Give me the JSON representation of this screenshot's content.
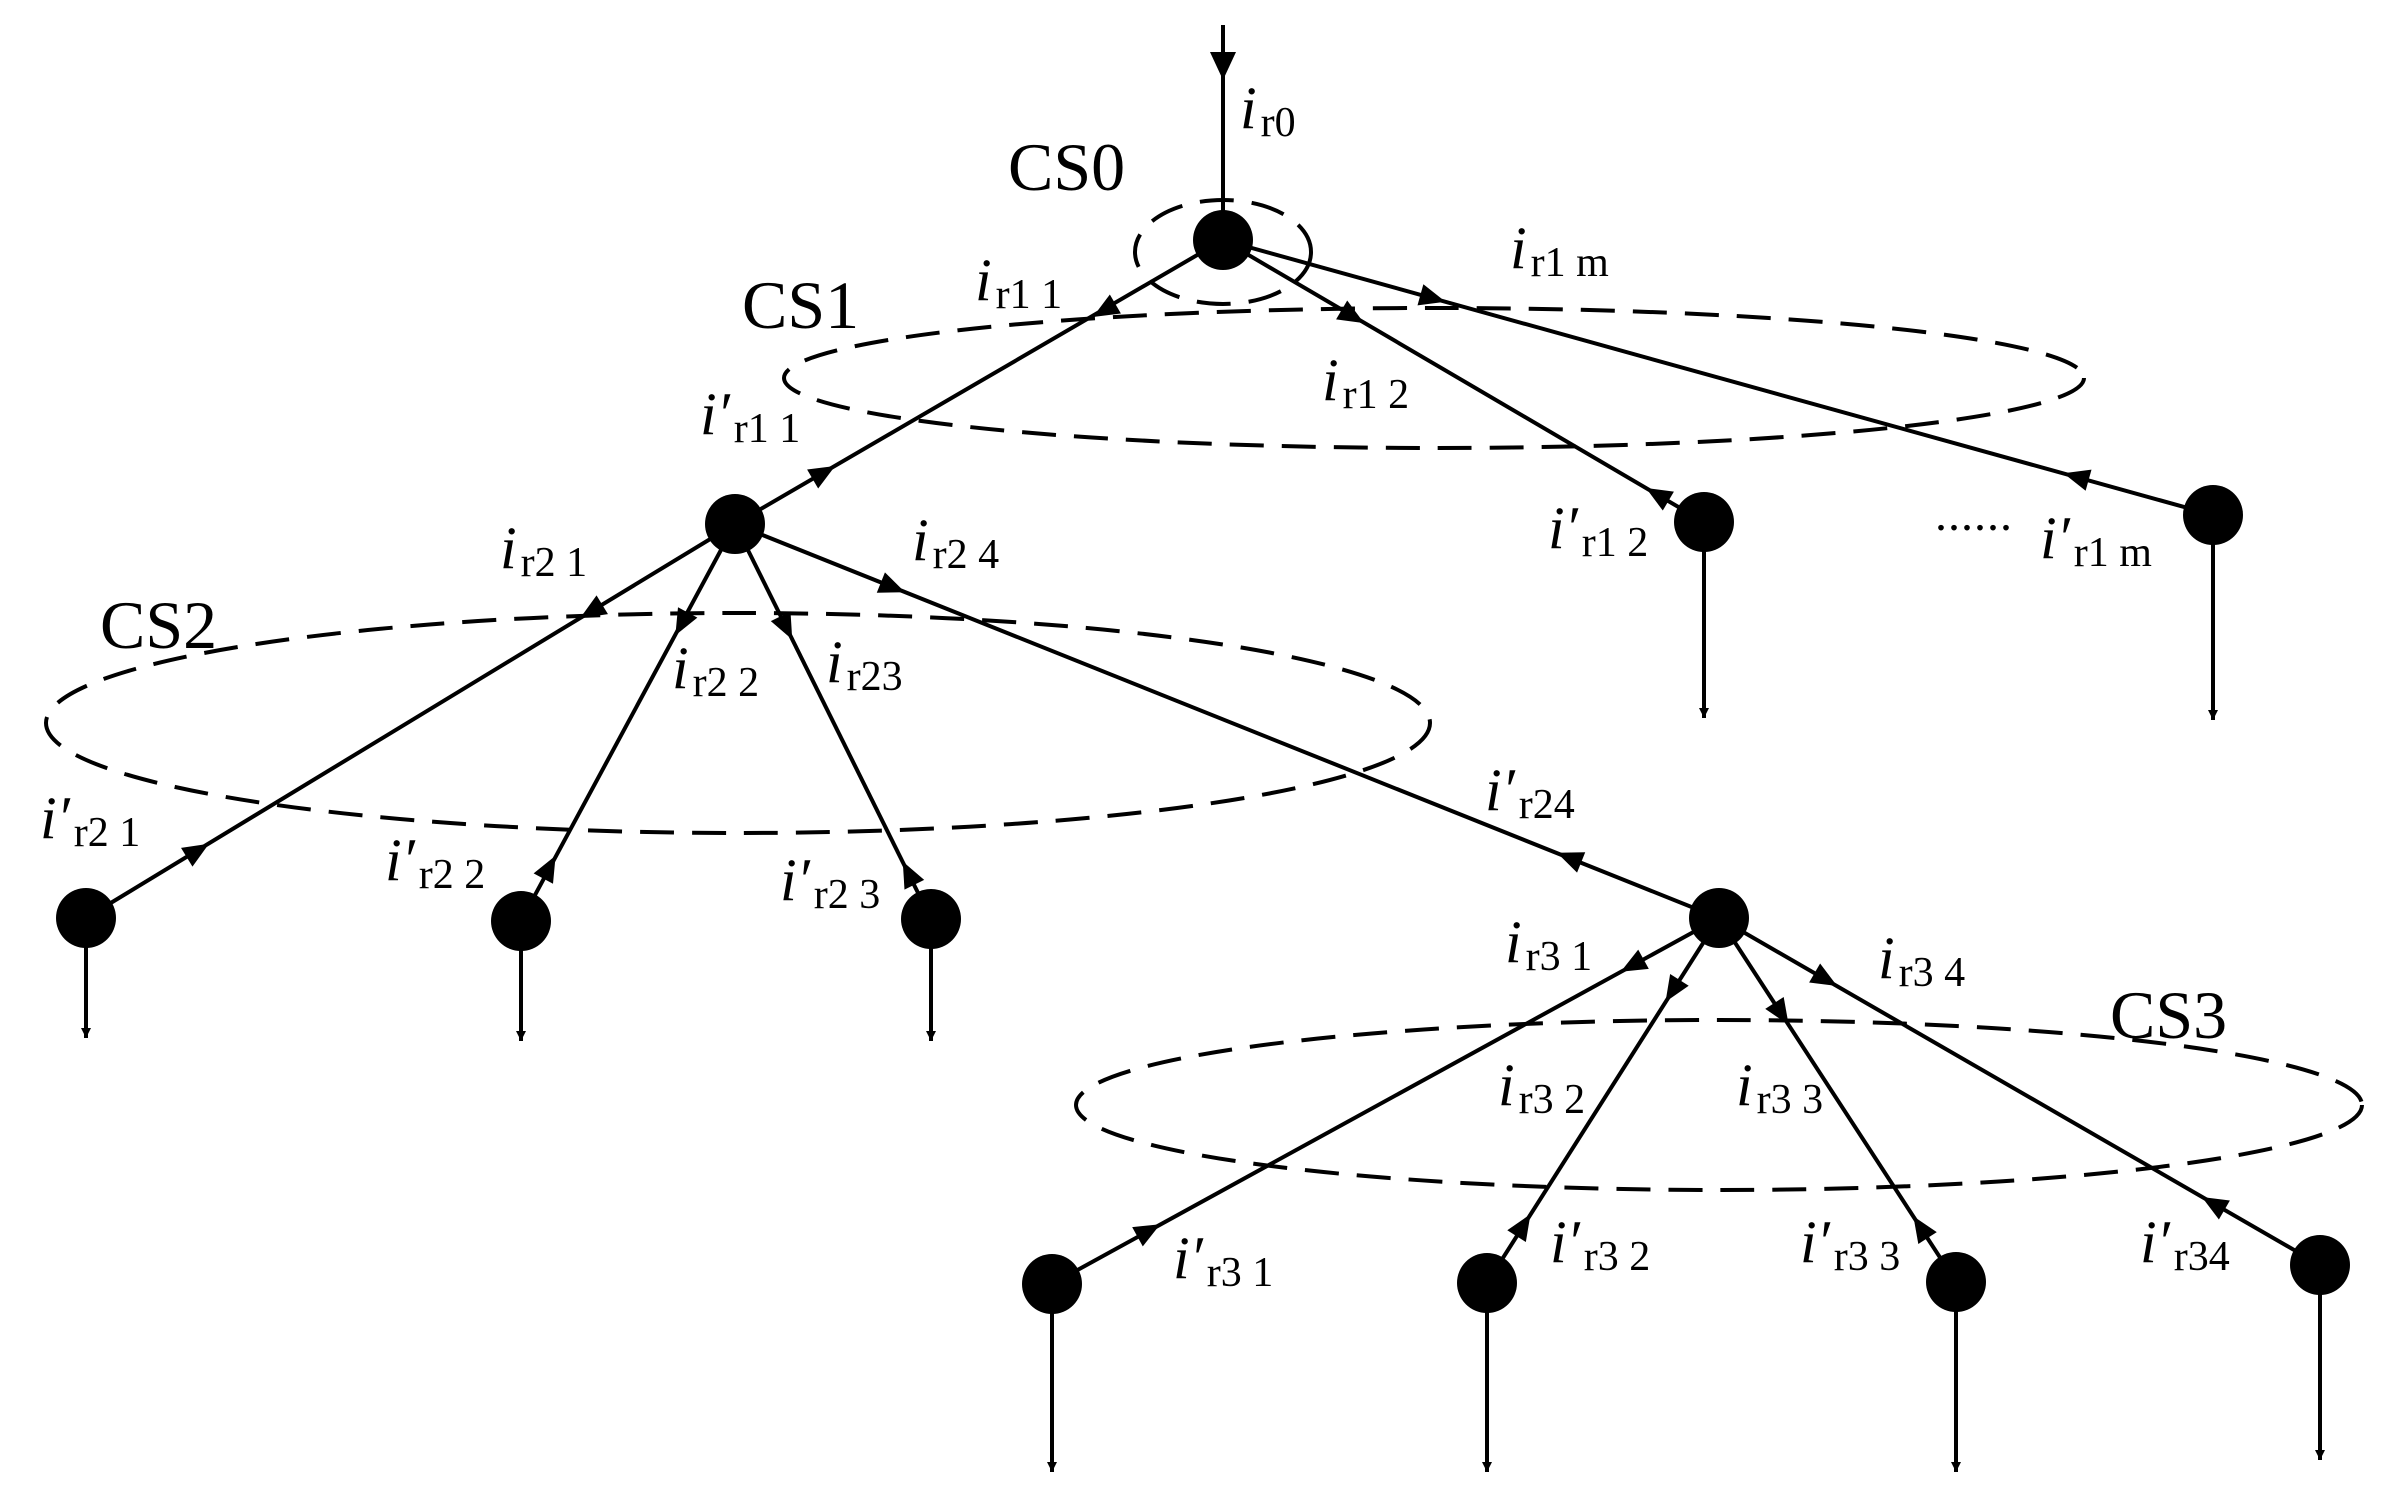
{
  "diagram": {
    "colors": {
      "ink": "#000000",
      "background": "#ffffff"
    },
    "cutsets": [
      {
        "id": "cs0",
        "label": "CS0"
      },
      {
        "id": "cs1",
        "label": "CS1"
      },
      {
        "id": "cs2",
        "label": "CS2"
      },
      {
        "id": "cs3",
        "label": "CS3"
      }
    ],
    "ellipsis": "......",
    "currents": {
      "ir0": {
        "var": "i",
        "sub": "r0"
      },
      "ir11": {
        "var": "i",
        "sub": "r1 1"
      },
      "ir12": {
        "var": "i",
        "sub": "r1 2"
      },
      "ir1m": {
        "var": "i",
        "sub": "r1 m"
      },
      "ipr11": {
        "var": "i′",
        "sub": "r1 1"
      },
      "ipr12": {
        "var": "i′",
        "sub": "r1 2"
      },
      "ipr1m": {
        "var": "i′",
        "sub": "r1 m"
      },
      "ir21": {
        "var": "i",
        "sub": "r2 1"
      },
      "ir22": {
        "var": "i",
        "sub": "r2 2"
      },
      "ir23": {
        "var": "i",
        "sub": "r23"
      },
      "ir24": {
        "var": "i",
        "sub": "r2 4"
      },
      "ipr21": {
        "var": "i′",
        "sub": "r2 1"
      },
      "ipr22": {
        "var": "i′",
        "sub": "r2 2"
      },
      "ipr23": {
        "var": "i′",
        "sub": "r2 3"
      },
      "ipr24": {
        "var": "i′",
        "sub": "r24"
      },
      "ir31": {
        "var": "i",
        "sub": "r3 1"
      },
      "ir32": {
        "var": "i",
        "sub": "r3 2"
      },
      "ir33": {
        "var": "i",
        "sub": "r3 3"
      },
      "ir34": {
        "var": "i",
        "sub": "r3 4"
      },
      "ipr31": {
        "var": "i′",
        "sub": "r3 1"
      },
      "ipr32": {
        "var": "i′",
        "sub": "r3 2"
      },
      "ipr33": {
        "var": "i′",
        "sub": "r3 3"
      },
      "ipr34": {
        "var": "i′",
        "sub": "r34"
      }
    }
  }
}
